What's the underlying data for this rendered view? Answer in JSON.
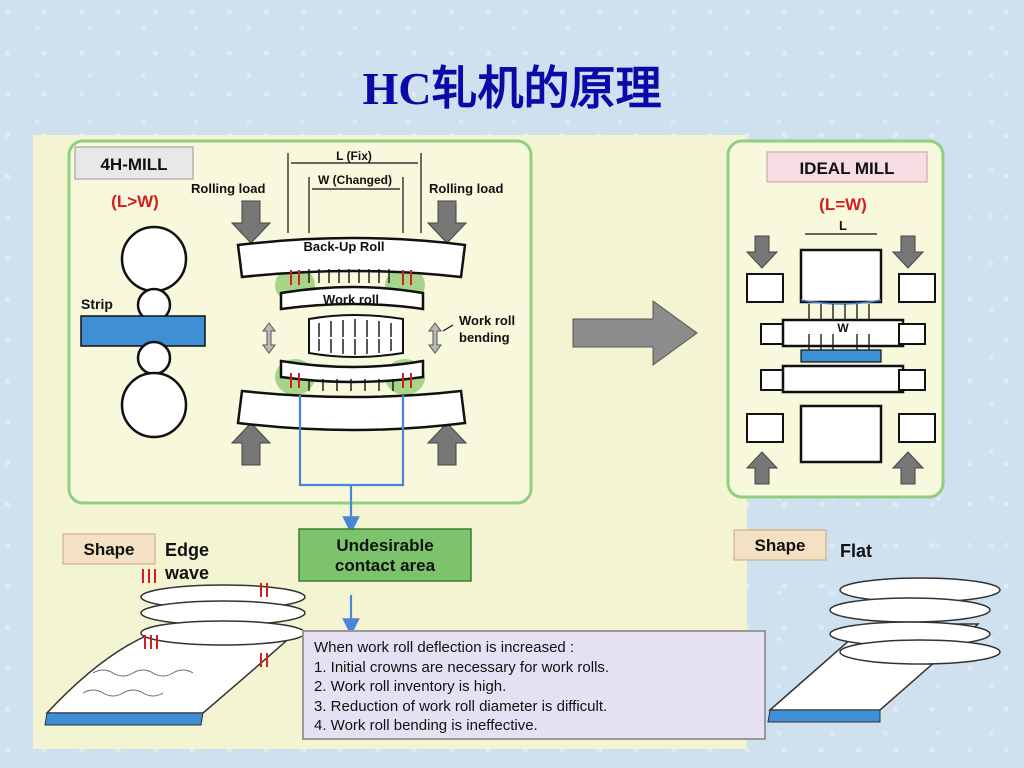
{
  "title": "HC轧机的原理",
  "left_panel": {
    "label": "4H-MILL",
    "condition": "(L>W)",
    "dim_L": "L (Fix)",
    "dim_W": "W (Changed)",
    "rolling_load_left": "Rolling load",
    "rolling_load_right": "Rolling load",
    "backup_roll": "Back-Up Roll",
    "work_roll": "Work roll",
    "work_roll_bending_1": "Work roll",
    "work_roll_bending_2": "bending",
    "strip": "Strip"
  },
  "right_panel": {
    "label": "IDEAL MILL",
    "condition": "(L=W)",
    "dim_L": "L",
    "dim_W": "W"
  },
  "undesirable": {
    "line1": "Undesirable",
    "line2": "contact area"
  },
  "left_shape": {
    "label": "Shape",
    "value_1": "Edge",
    "value_2": "wave"
  },
  "right_shape": {
    "label": "Shape",
    "value": "Flat"
  },
  "issues": {
    "heading": "When work roll deflection is increased :",
    "items": [
      "1. Initial crowns are necessary for work rolls.",
      "2. Work roll inventory is high.",
      "3. Reduction of work roll diameter is difficult.",
      "4. Work roll bending is ineffective."
    ]
  },
  "colors": {
    "panel_bg": "#f4f6cf",
    "panel_border": "#8fcf7f",
    "red_text": "#d21e1e",
    "green_box": "#7dc36b",
    "blue_arrow": "#4a86d8",
    "strip_blue": "#3e8fd4",
    "issues_bg": "#e6e1f2",
    "title_blue": "#0a0aa8"
  }
}
